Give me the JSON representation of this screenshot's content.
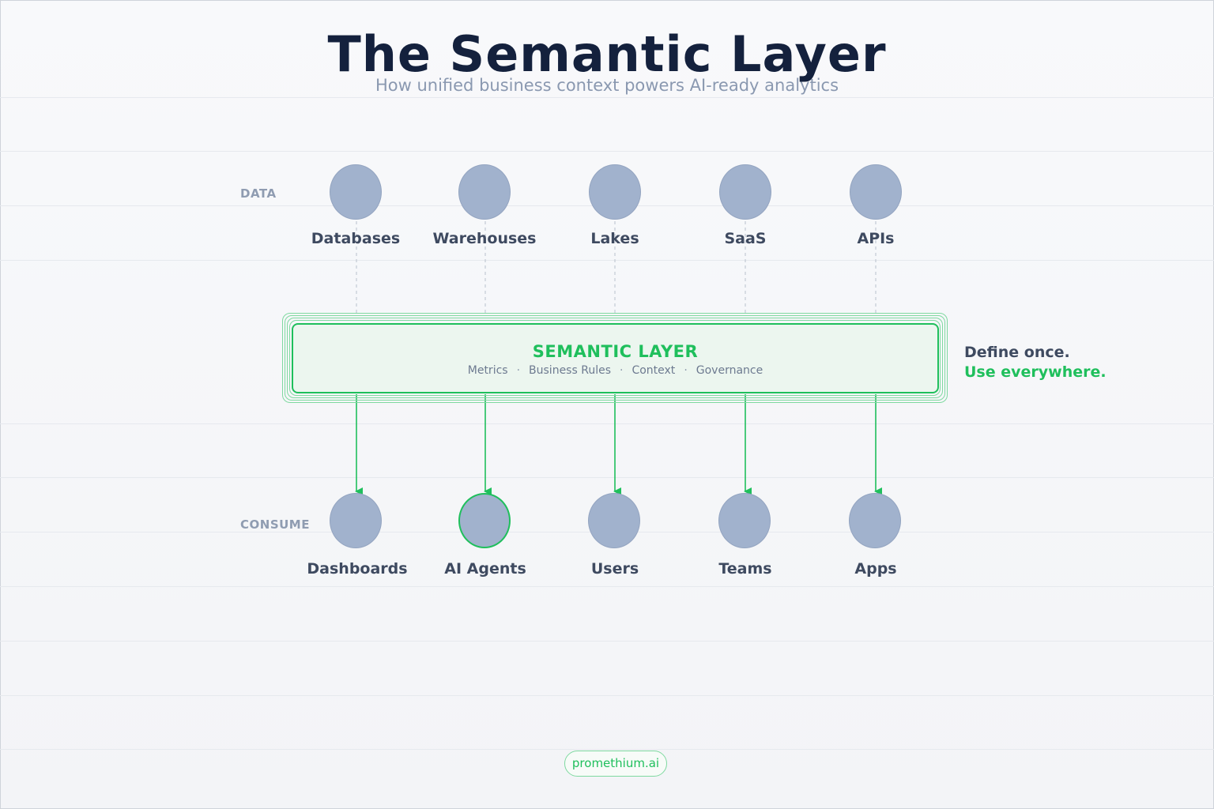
{
  "header": {
    "title": "The Semantic Layer",
    "subtitle": "How unified business context powers AI-ready analytics"
  },
  "rows": {
    "data_label": "DATA",
    "consume_label": "CONSUME"
  },
  "sources": [
    "Databases",
    "Warehouses",
    "Lakes",
    "SaaS",
    "APIs"
  ],
  "consumers": [
    "Dashboards",
    "AI Agents",
    "Users",
    "Teams",
    "Apps"
  ],
  "highlighted_consumer": "AI Agents",
  "semantic_layer": {
    "title": "SEMANTIC LAYER",
    "items": [
      "Metrics",
      "Business Rules",
      "Context",
      "Governance"
    ],
    "tagline_1": "Define once.",
    "tagline_2": "Use everywhere."
  },
  "footer": {
    "badge": "promethium.ai"
  },
  "colors": {
    "title": "#14213d",
    "accent_green": "#1fbf5c",
    "node_fill": "#a1b2cd",
    "muted_text": "#8a98b0"
  }
}
